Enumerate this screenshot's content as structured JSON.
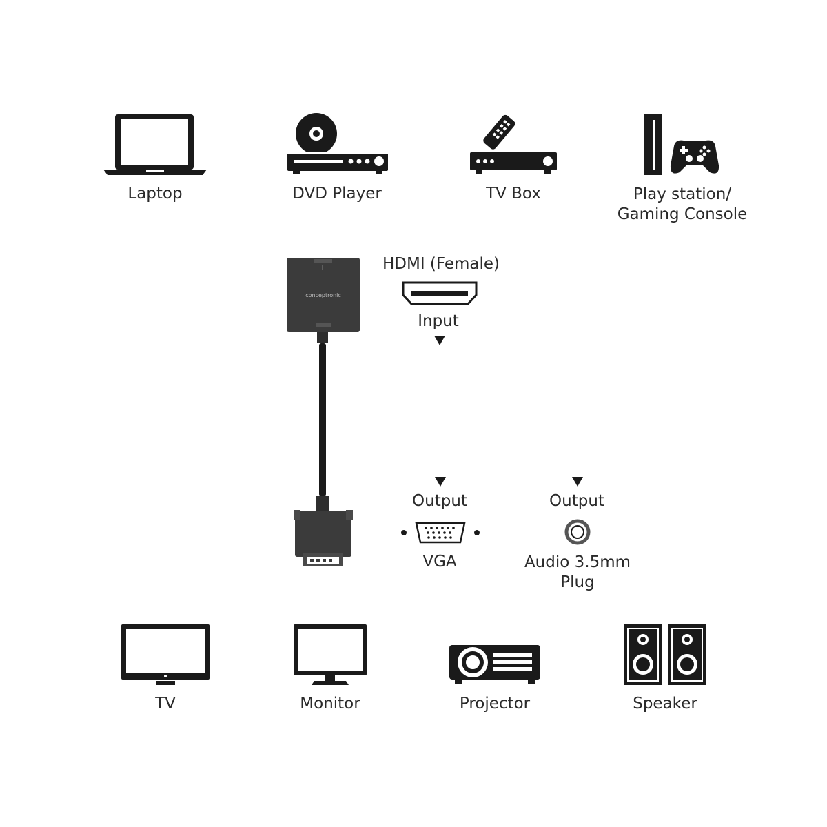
{
  "sources": {
    "laptop": "Laptop",
    "dvd_player": "DVD Player",
    "tv_box": "TV Box",
    "console_line1": "Play station/",
    "console_line2": "Gaming Console"
  },
  "adapter": {
    "brand": "conceptronic",
    "hdmi_port": "HDMI (Female)",
    "input": "Input",
    "vga_output": "Output",
    "vga": "VGA",
    "audio_output": "Output",
    "audio_line1": "Audio 3.5mm",
    "audio_line2": "Plug"
  },
  "outputs": {
    "tv": "TV",
    "monitor": "Monitor",
    "projector": "Projector",
    "speaker": "Speaker"
  },
  "colors": {
    "icon": "#1a1a1a",
    "adapter_body": "#3b3b3b"
  }
}
